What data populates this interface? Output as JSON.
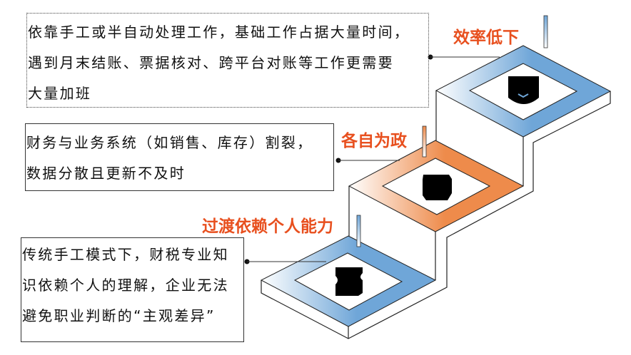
{
  "steps": [
    {
      "title": "过渡依赖个人能力",
      "description_lines": [
        "传统手工模式下，财税专业知",
        "识依赖个人的理解，企业无法",
        "避免职业判断的“主观差异”"
      ],
      "icon": "person-icon",
      "color": "#6fa6d8"
    },
    {
      "title": "各自为政",
      "description_lines": [
        "财务与业务系统（如销售、库存）割裂，",
        "数据分散且更新不及时"
      ],
      "icon": "database-icon",
      "color": "#ee8b4b"
    },
    {
      "title": "效率低下",
      "description_lines": [
        "依靠手工或半自动处理工作，基础工作占据大量时间，",
        "遇到月末结账、票据核对、跨平台对账等工作更需要",
        "大量加班"
      ],
      "icon": "shield-icon",
      "color": "#6fa6d8"
    }
  ],
  "label_color": "#e8501f"
}
